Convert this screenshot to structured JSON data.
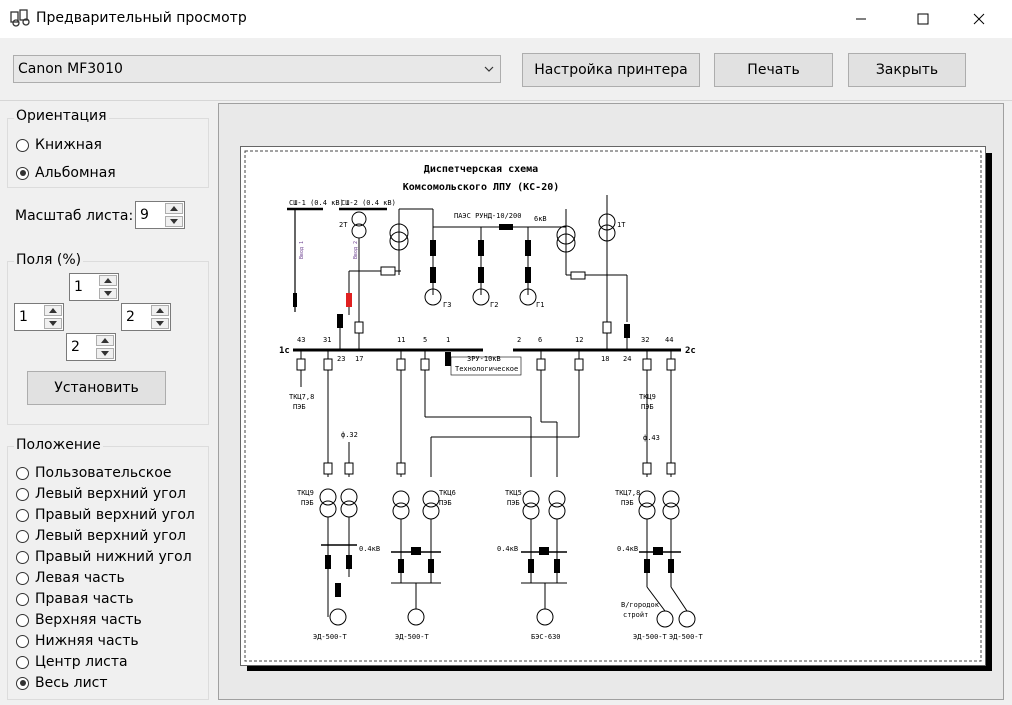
{
  "window": {
    "title": "Предварительный просмотр",
    "controls": {
      "minimize": "—",
      "maximize": "☐",
      "close": "✕"
    }
  },
  "toolbar": {
    "printer": "Canon MF3010",
    "printer_setup_label": "Настройка принтера",
    "print_label": "Печать",
    "close_label": "Закрыть"
  },
  "orientation": {
    "title": "Ориентация",
    "options": [
      {
        "label": "Книжная",
        "selected": false
      },
      {
        "label": "Альбомная",
        "selected": true
      }
    ]
  },
  "scale": {
    "label": "Масштаб листа:",
    "value": "9"
  },
  "margins": {
    "title": "Поля (%)",
    "top": "1",
    "left": "1",
    "right": "2",
    "bottom": "2",
    "apply_label": "Установить"
  },
  "position": {
    "title": "Положение",
    "options": [
      {
        "label": "Пользовательское",
        "selected": false
      },
      {
        "label": "Левый верхний угол",
        "selected": false
      },
      {
        "label": "Правый верхний угол",
        "selected": false
      },
      {
        "label": "Левый верхний угол",
        "selected": false
      },
      {
        "label": "Правый нижний угол",
        "selected": false
      },
      {
        "label": "Левая часть",
        "selected": false
      },
      {
        "label": "Правая часть",
        "selected": false
      },
      {
        "label": "Верхняя часть",
        "selected": false
      },
      {
        "label": "Нижняя часть",
        "selected": false
      },
      {
        "label": "Центр листа",
        "selected": false
      },
      {
        "label": "Весь лист",
        "selected": true
      }
    ]
  },
  "schema": {
    "title1": "Диспетчерская схема",
    "title2": "Комсомольского ЛПУ (КС-20)",
    "bus_left": "1с",
    "bus_right": "2с",
    "sh1": "СШ-1 (0.4 кВ)",
    "sh2": "СШ-2 (0.4 кВ)",
    "t2": "2Т",
    "t1": "1Т",
    "paes": "ПАЭС РУНД-10/200",
    "kv6": "6кВ",
    "vvod1": "Ввод 1",
    "vvod2": "Ввод 2",
    "g3": "Г3",
    "g2": "Г2",
    "g1": "Г1",
    "zru1": "ЗРУ-10кВ",
    "zru2": "Технологическое",
    "cell_nums": [
      "43",
      "31",
      "11",
      "5",
      "1",
      "2",
      "6",
      "12",
      "32",
      "44",
      "23",
      "17",
      "18",
      "24"
    ],
    "tkc78a": "ТКЦ7,8",
    "peb": "ПЭБ",
    "tkc9a": "ТКЦ9",
    "f32": "ф.32",
    "f43": "ф.43",
    "tkc9b": "ТКЦ9",
    "tkc6": "ТКЦ6",
    "tkc5": "ТКЦ5",
    "tkc78b": "ТКЦ7,8",
    "kv04": "0.4кВ",
    "ed1": "ЭД-500-Т",
    "ed2": "ЭД-500-Т",
    "bes": "БЭС-630",
    "ed3": "ЭД-500-Т",
    "ed4": "ЭД-500-Т",
    "vgorod1": "В/городок",
    "vgorod2": "стройт"
  }
}
